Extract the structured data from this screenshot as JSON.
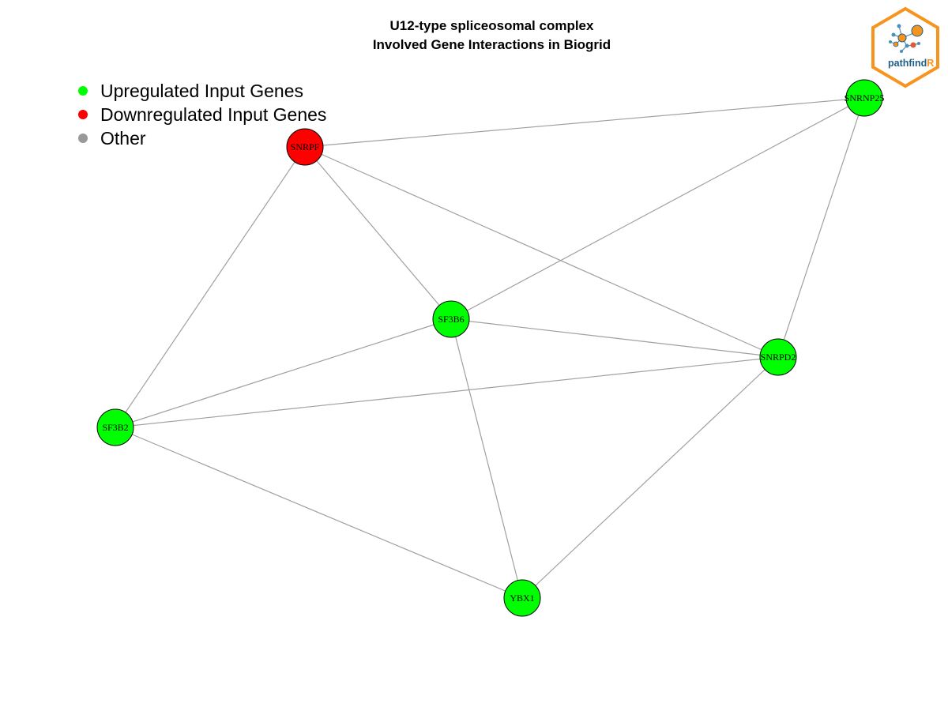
{
  "title": {
    "line1": "U12-type spliceosomal complex",
    "line2": "Involved Gene Interactions in Biogrid"
  },
  "legend": [
    {
      "label": "Upregulated Input Genes",
      "color": "#00ff00"
    },
    {
      "label": "Downregulated Input Genes",
      "color": "#ff0000"
    },
    {
      "label": "Other",
      "color": "#999999"
    }
  ],
  "nodes": [
    {
      "id": "SNRPF",
      "label": "SNRPF",
      "status": "down"
    },
    {
      "id": "SNRNP25",
      "label": "SNRNP25",
      "status": "up"
    },
    {
      "id": "SF3B6",
      "label": "SF3B6",
      "status": "up"
    },
    {
      "id": "SNRPD2",
      "label": "SNRPD2",
      "status": "up"
    },
    {
      "id": "SF3B2",
      "label": "SF3B2",
      "status": "up"
    },
    {
      "id": "YBX1",
      "label": "YBX1",
      "status": "up"
    }
  ],
  "edges": [
    [
      "SNRPF",
      "SNRNP25"
    ],
    [
      "SNRPF",
      "SF3B6"
    ],
    [
      "SNRPF",
      "SNRPD2"
    ],
    [
      "SNRPF",
      "SF3B2"
    ],
    [
      "SNRNP25",
      "SF3B6"
    ],
    [
      "SNRNP25",
      "SNRPD2"
    ],
    [
      "SF3B6",
      "SNRPD2"
    ],
    [
      "SF3B6",
      "SF3B2"
    ],
    [
      "SF3B6",
      "YBX1"
    ],
    [
      "SNRPD2",
      "SF3B2"
    ],
    [
      "SNRPD2",
      "YBX1"
    ],
    [
      "SF3B2",
      "YBX1"
    ]
  ],
  "colors": {
    "up": "#00ff00",
    "down": "#ff0000",
    "other": "#999999",
    "edge": "#a0a0a0"
  },
  "logo": {
    "text_main": "pathfind",
    "text_accent": "R",
    "main_color": "#1f5e86",
    "accent_color": "#f7941d"
  }
}
